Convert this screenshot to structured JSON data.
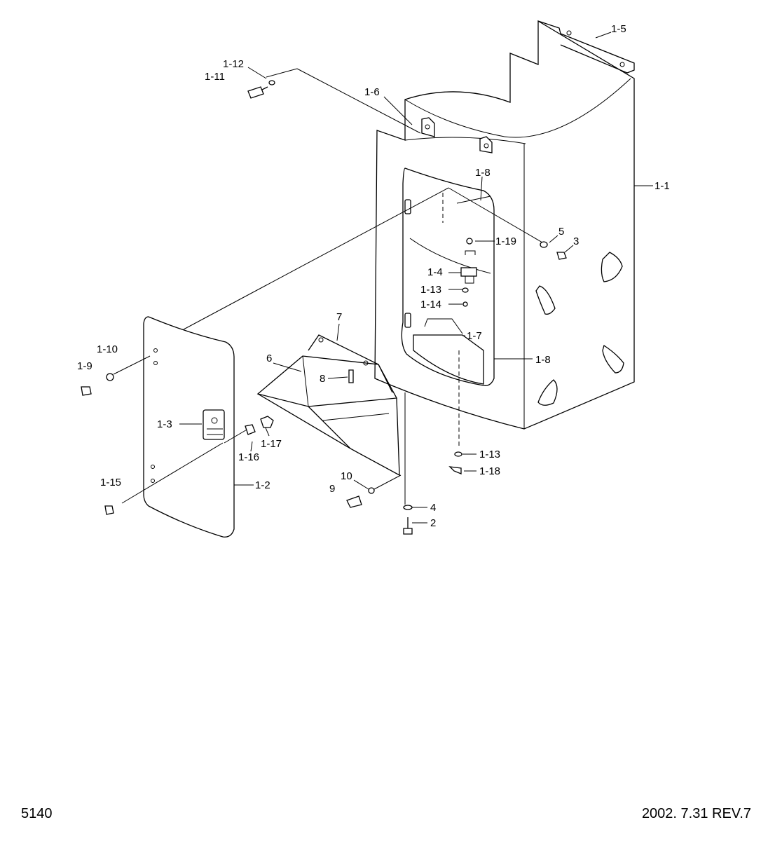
{
  "footer": {
    "page_number": "5140",
    "revision": "2002. 7.31 REV.7"
  },
  "callouts": {
    "c1_5": "1-5",
    "c1_12": "1-12",
    "c1_11": "1-11",
    "c1_6": "1-6",
    "c1_8a": "1-8",
    "c1_1": "1-1",
    "c5": "5",
    "c3": "3",
    "c1_19": "1-19",
    "c1_4": "1-4",
    "c1_13a": "1-13",
    "c1_14": "1-14",
    "c7": "7",
    "c1_7": "1-7",
    "c1_8b": "1-8",
    "c6": "6",
    "c8": "8",
    "c1_10": "1-10",
    "c1_9": "1-9",
    "c1_3": "1-3",
    "c1_17": "1-17",
    "c1_16": "1-16",
    "c1_13b": "1-13",
    "c1_18": "1-18",
    "c1_15": "1-15",
    "c1_2": "1-2",
    "c10": "10",
    "c9": "9",
    "c4": "4",
    "c2": "2"
  }
}
